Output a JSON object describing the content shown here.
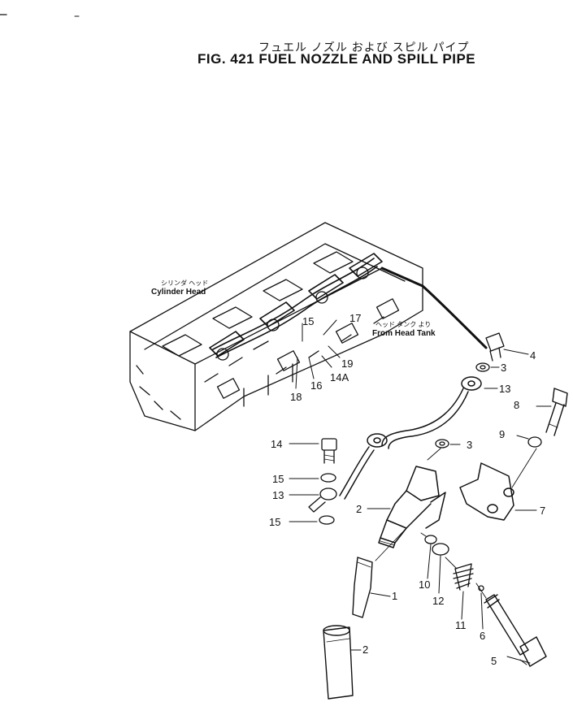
{
  "header": {
    "title_jp": "フュエル ノズル および スピル パイプ",
    "title_en": "FIG. 421 FUEL NOZZLE AND SPILL PIPE"
  },
  "notes": {
    "cylinder_head_jp": "シリンダ ヘッド",
    "cylinder_head": "Cylinder Head",
    "head_tank_jp": "ヘッド タンク より",
    "head_tank": "From Head Tank"
  },
  "callouts": {
    "c4": "4",
    "c3a": "3",
    "c13a": "13",
    "c8": "8",
    "c9": "9",
    "c3b": "3",
    "c14": "14",
    "c15a": "15",
    "c13b": "13",
    "c15b": "15",
    "c2a": "2",
    "c7": "7",
    "c10": "10",
    "c12": "12",
    "c1": "1",
    "c11": "11",
    "c6": "6",
    "c2b": "2",
    "c5": "5",
    "c17": "17",
    "c15h": "15",
    "c19": "19",
    "c14a": "14A",
    "c16": "16",
    "c18": "18"
  }
}
